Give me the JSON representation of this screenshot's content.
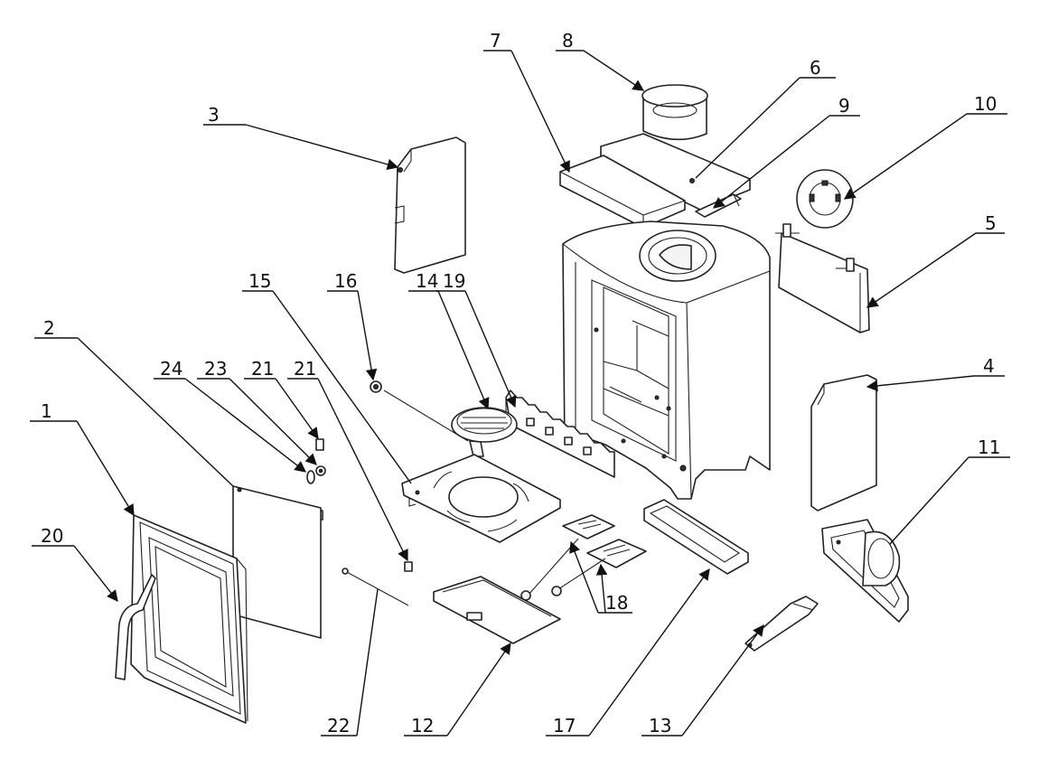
{
  "callouts": [
    {
      "id": "1",
      "text": "1"
    },
    {
      "id": "2",
      "text": "2"
    },
    {
      "id": "3",
      "text": "3"
    },
    {
      "id": "4",
      "text": "4"
    },
    {
      "id": "5",
      "text": "5"
    },
    {
      "id": "6",
      "text": "6"
    },
    {
      "id": "7",
      "text": "7"
    },
    {
      "id": "8",
      "text": "8"
    },
    {
      "id": "9",
      "text": "9"
    },
    {
      "id": "10",
      "text": "10"
    },
    {
      "id": "11",
      "text": "11"
    },
    {
      "id": "12",
      "text": "12"
    },
    {
      "id": "13",
      "text": "13"
    },
    {
      "id": "14",
      "text": "14"
    },
    {
      "id": "15",
      "text": "15"
    },
    {
      "id": "16",
      "text": "16"
    },
    {
      "id": "17",
      "text": "17"
    },
    {
      "id": "18",
      "text": "18"
    },
    {
      "id": "19",
      "text": "19"
    },
    {
      "id": "20",
      "text": "20"
    },
    {
      "id": "21a",
      "text": "21"
    },
    {
      "id": "21b",
      "text": "21"
    },
    {
      "id": "22",
      "text": "22"
    },
    {
      "id": "23",
      "text": "23"
    },
    {
      "id": "24",
      "text": "24"
    }
  ]
}
